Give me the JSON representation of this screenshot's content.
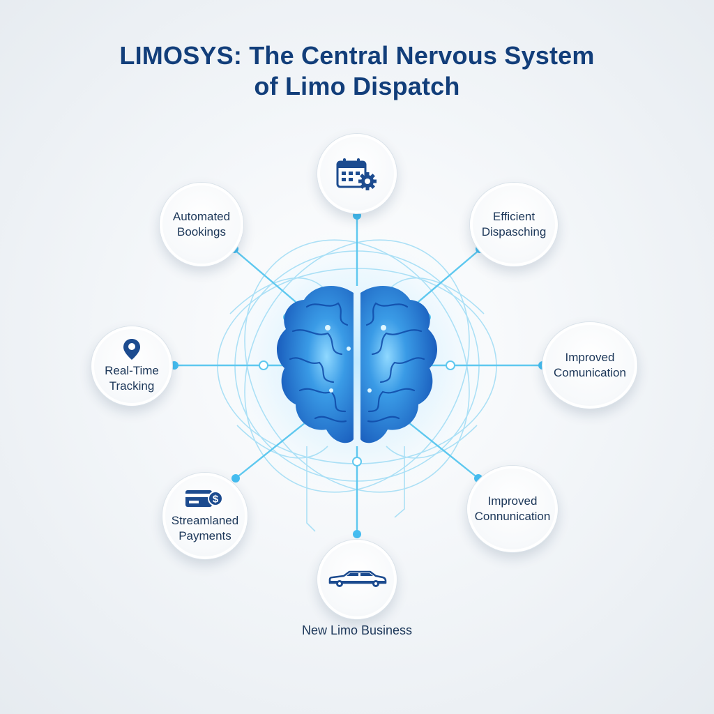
{
  "title": {
    "line1": "LIMOSYS: The Central Nervous System",
    "line2": "of Limo Dispatch"
  },
  "nodes": {
    "top": {
      "icon": "calendar-gear-icon"
    },
    "automated_bookings": {
      "label": "Automated\nBookings"
    },
    "efficient_dispatching": {
      "label": "Efficient\nDispasching"
    },
    "real_time_tracking": {
      "label": "Real-Time\nTracking",
      "icon": "map-pin-icon"
    },
    "improved_communication_right": {
      "label": "Improved\nComunication"
    },
    "streamlined_payments": {
      "label": "Streamlaned\nPayments",
      "icon": "credit-card-dollar-icon"
    },
    "improved_communication_bottom_right": {
      "label": "Improved\nConnunication"
    },
    "bottom": {
      "icon": "limousine-icon"
    }
  },
  "bottom_caption": "New Limo Business",
  "colors": {
    "title": "#123e7a",
    "brain": "#1d6fd1",
    "connector": "#5ec8ef",
    "icon": "#1c4b8f"
  }
}
